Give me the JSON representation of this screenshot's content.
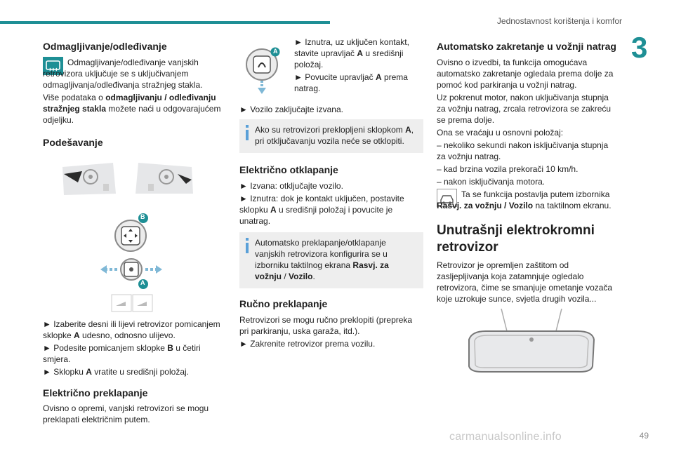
{
  "header": {
    "running_title": "Jednostavnost korištenja i komfor",
    "chapter": "3"
  },
  "col1": {
    "defrost_title": "Odmagljivanje/odleđivanje",
    "defrost_p1": "Odmagljivanje/odleđivanje vanjskih retrovizora uključuje se s uključivanjem odmagljivanja/odleđivanja stražnjeg stakla.",
    "defrost_p2_a": "Više podataka o ",
    "defrost_p2_b": "odmagljivanju / odleđivanju stražnjeg stakla",
    "defrost_p2_c": " možete naći u odgovarajućem odjeljku.",
    "adjust_title": "Podešavanje",
    "label_b": "B",
    "label_a": "A",
    "step1_a": "► Izaberite desni ili lijevi retrovizor pomicanjem sklopke ",
    "step1_b": "A",
    "step1_c": " udesno, odnosno ulijevo.",
    "step2_a": "► Podesite pomicanjem sklopke ",
    "step2_b": "B",
    "step2_c": " u četiri smjera.",
    "step3_a": "► Sklopku ",
    "step3_b": "A",
    "step3_c": " vratite u središnji položaj.",
    "efold_title": "Električno preklapanje",
    "efold_p": "Ovisno o opremi, vanjski retrovizori se mogu preklapati električnim putem."
  },
  "col2": {
    "label_a": "A",
    "fig_s1_a": "► Iznutra, uz uključen kontakt, stavite upravljač ",
    "fig_s1_b": "A",
    "fig_s1_c": " u središnji položaj.",
    "fig_s2_a": "► Povucite upravljač ",
    "fig_s2_b": "A",
    "fig_s2_c": " prema natrag.",
    "lock_step": "► Vozilo zaključajte izvana.",
    "note1_a": "Ako su retrovizori preklopljeni sklopkom ",
    "note1_b": "A",
    "note1_c": ", pri otključavanju vozila neće se otklopiti.",
    "eunfold_title": "Električno otklapanje",
    "eunfold_s1": "► Izvana: otključajte vozilo.",
    "eunfold_s2_a": "► Iznutra: dok je kontakt uključen, postavite sklopku ",
    "eunfold_s2_b": "A",
    "eunfold_s2_c": " u središnji položaj i povucite je unatrag.",
    "note2_a": "Automatsko preklapanje/otklapanje vanjskih retrovizora konfigurira se u izborniku taktilnog ekrana ",
    "note2_b": "Rasvj. za vožnju",
    "note2_c": " / ",
    "note2_d": "Vozilo",
    "note2_e": ".",
    "manual_title": "Ručno preklapanje",
    "manual_p": "Retrovizori se mogu ručno preklopiti (prepreka pri parkiranju, uska garaža, itd.).",
    "manual_step": "► Zakrenite retrovizor prema vozilu."
  },
  "col3": {
    "auto_title": "Automatsko zakretanje u vožnji natrag",
    "auto_p1": "Ovisno o izvedbi, ta funkcija omogućava automatsko zakretanje ogledala prema dolje za pomoć kod parkiranja u vožnji natrag.",
    "auto_p2": "Uz pokrenut motor, nakon uključivanja stupnja za vožnju natrag, zrcala retrovizora se zakreću se prema dolje.",
    "auto_p3": "Ona se vraćaju u osnovni položaj:",
    "auto_l1": "– nekoliko sekundi nakon isključivanja stupnja za vožnju natrag.",
    "auto_l2": "– kad brzina vozila prekorači 10 km/h.",
    "auto_l3": "– nakon isključivanja motora.",
    "auto_p4_a": "Ta se funkcija postavlja putem izbornika ",
    "auto_p4_b": "Rasvj. za vožnju / Vozilo",
    "auto_p4_c": " na taktilnom ekranu.",
    "inner_title": "Unutrašnji elektrokromni retrovizor",
    "inner_p": "Retrovizor je opremljen zaštitom od zasljepljivanja koja zatamnjuje ogledalo retrovizora, čime se smanjuje ometanje vozača koje uzrokuje sunce, svjetla drugih vozila..."
  },
  "footer": {
    "page": "49",
    "watermark": "carmanualsonline.info"
  }
}
